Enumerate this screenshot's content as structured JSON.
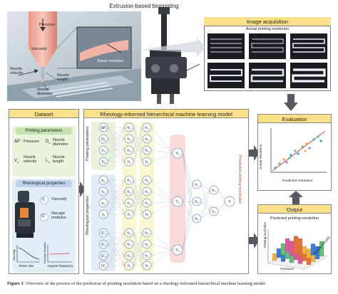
{
  "bioprinting": {
    "title": "Extrusion-based bioprinting",
    "labels": {
      "pressure": "Pressure",
      "viscosity": "Viscosity",
      "nozzle_velocity": "Nozzle velocity",
      "nozzle_length": "Nozzle length",
      "nozzle_diameter": "Nozzle diameter",
      "shear_modulus": "Shear modulus"
    }
  },
  "image_acquisition": {
    "title": "Image acquisition",
    "subtitle": "Actual printing resolution"
  },
  "dataset": {
    "title": "Dataset",
    "printing_parameters": {
      "title": "Printing parameters",
      "items": [
        {
          "symbol": "ΔP",
          "label": "Pressure"
        },
        {
          "symbol": "D",
          "sub": "n",
          "label": "Nozzle diameter"
        },
        {
          "symbol": "V",
          "sub": "n",
          "label": "Nozzle velocity"
        },
        {
          "symbol": "L",
          "sub": "n",
          "label": "Nozzle length"
        }
      ]
    },
    "rheological_properties": {
      "title": "Rheological properties",
      "items": [
        {
          "symbol": "η",
          "label": "Viscosity"
        },
        {
          "symbol": "G'",
          "label": "Storage modulus"
        }
      ],
      "plot1": {
        "xlabel": "Shear rate",
        "ylabel": "Viscosity"
      },
      "plot2": {
        "xlabel": "Angular frequency",
        "ylabel": "Storage Modulus"
      }
    }
  },
  "model": {
    "title": "Rheology-informed hierarchical machine learning model",
    "side_label_top": "Printing parameters",
    "side_label_bottom": "Rheological properties",
    "output_label": "Predicted printing resolution",
    "inputs_top": [
      "ΔP",
      "Dn",
      "Vn",
      "Xn"
    ],
    "inputs_bottom": [
      "η1",
      "η2",
      "η3",
      "ηi",
      "G'1",
      "G'2",
      "G'3",
      "G'i"
    ],
    "hidden_node": "h",
    "y_nodes": [
      "Y1",
      "Y2",
      "Y3"
    ],
    "final_node": "Y"
  },
  "evaluation": {
    "title": "Evaluation",
    "xlabel": "Predicted resolution",
    "ylabel": "Actual resolution"
  },
  "output": {
    "title": "Output",
    "subtitle": "Predicted printing resolution",
    "zlabel": "Printing resolution",
    "xlabel": "Pressure",
    "ylabel": "Nozzle velocity"
  },
  "caption": {
    "label": "Figure 1",
    "text": ". Overview of the process of the prediction of printing resolution based on a rheology-informed hierarchical machine learning model."
  },
  "colors": {
    "header_yellow": "#fbe08a",
    "green_panel": "#eaf4dd",
    "blue_panel": "#e3edf8",
    "arrow_gray": "#555a60",
    "yellow_band": "#f4f1a8",
    "red_band": "#f6c9c9"
  }
}
